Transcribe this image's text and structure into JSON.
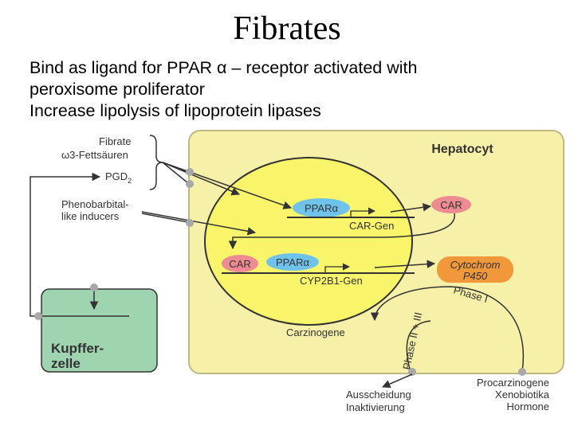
{
  "slide": {
    "title": "Fibrates",
    "bullets": [
      "Bind as ligand for PPAR α – receptor activated with",
      "peroxisome proliferator",
      "Increase lipolysis of lipoprotein lipases"
    ]
  },
  "diagram": {
    "inputs": {
      "fibrate": "Fibrate",
      "omega3": "ω3-Fettsäuren",
      "pgd2_main": "PGD",
      "pgd2_sub": "2",
      "phenobarbital_line1": "Phenobarbital-",
      "phenobarbital_line2": "like inducers"
    },
    "hepatocyte_label": "Hepatocyt",
    "nucleus": {
      "ppar_top": "PPARα",
      "car_top": "CAR",
      "car_gen": "CAR-Gen",
      "car_bottom": "CAR",
      "ppar_bottom": "PPARα",
      "cyp_gen": "CYP2B1-Gen"
    },
    "cytochrom_line1": "Cytochrom",
    "cytochrom_line2": "P450",
    "phase1": "Phase I",
    "phase23": "Phase II + III",
    "carzinogene": "Carzinogene",
    "kupffer_line1": "Kupffer-",
    "kupffer_line2": "zelle",
    "outputs": {
      "ausscheidung": "Ausscheidung",
      "inaktivierung": "Inaktivierung",
      "procarzinogene": "Procarzinogene",
      "xenobiotika": "Xenobiotika",
      "hormone": "Hormone"
    },
    "colors": {
      "hepatocyte_fill": "#f6f0a8",
      "nucleus_fill": "#f9f56a",
      "kupffer_fill": "#9fd4b0",
      "ppar_fill": "#6fc3ea",
      "car_fill": "#ee8a92",
      "cytochrom_fill": "#f0983a"
    }
  }
}
